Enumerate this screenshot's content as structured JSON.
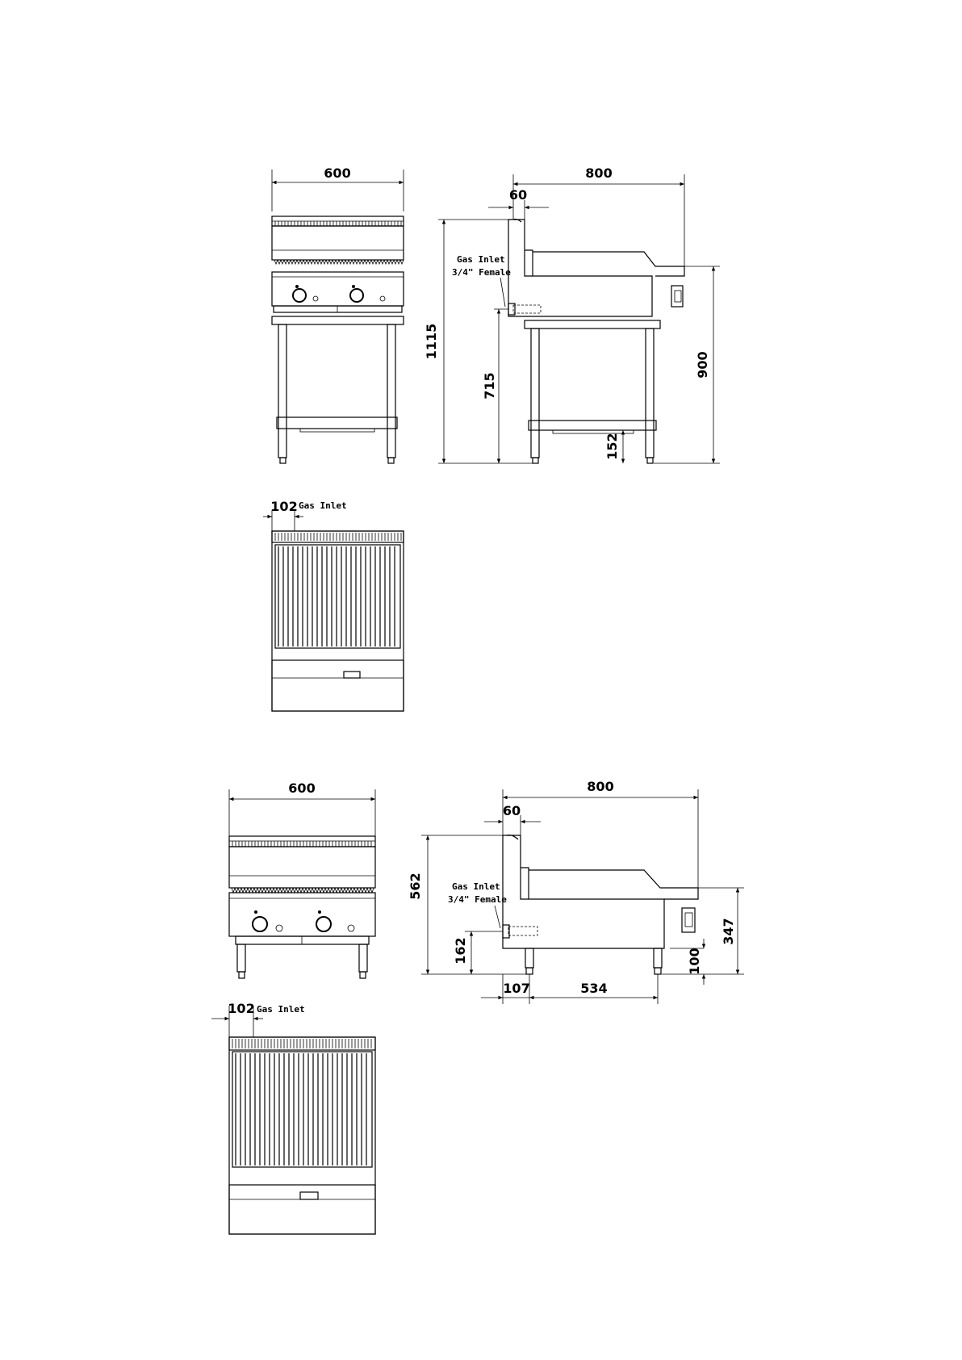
{
  "upper": {
    "front_width": "600",
    "side_depth": "800",
    "splash_offset": "60",
    "total_height": "1115",
    "inlet_height": "715",
    "work_height": "900",
    "shelf_height": "152",
    "gas_inlet_line1": "Gas Inlet",
    "gas_inlet_line2": "3/4\" Female",
    "top_inlet_offset": "102",
    "top_inlet_label": "Gas Inlet"
  },
  "lower": {
    "front_width": "600",
    "side_depth": "800",
    "splash_offset": "60",
    "total_height": "562",
    "inlet_height": "162",
    "work_height": "347",
    "leg_height": "100",
    "inlet_from_back": "107",
    "leg_spacing": "534",
    "gas_inlet_line1": "Gas Inlet",
    "gas_inlet_line2": "3/4\" Female",
    "top_inlet_offset": "102",
    "top_inlet_label": "Gas Inlet"
  }
}
